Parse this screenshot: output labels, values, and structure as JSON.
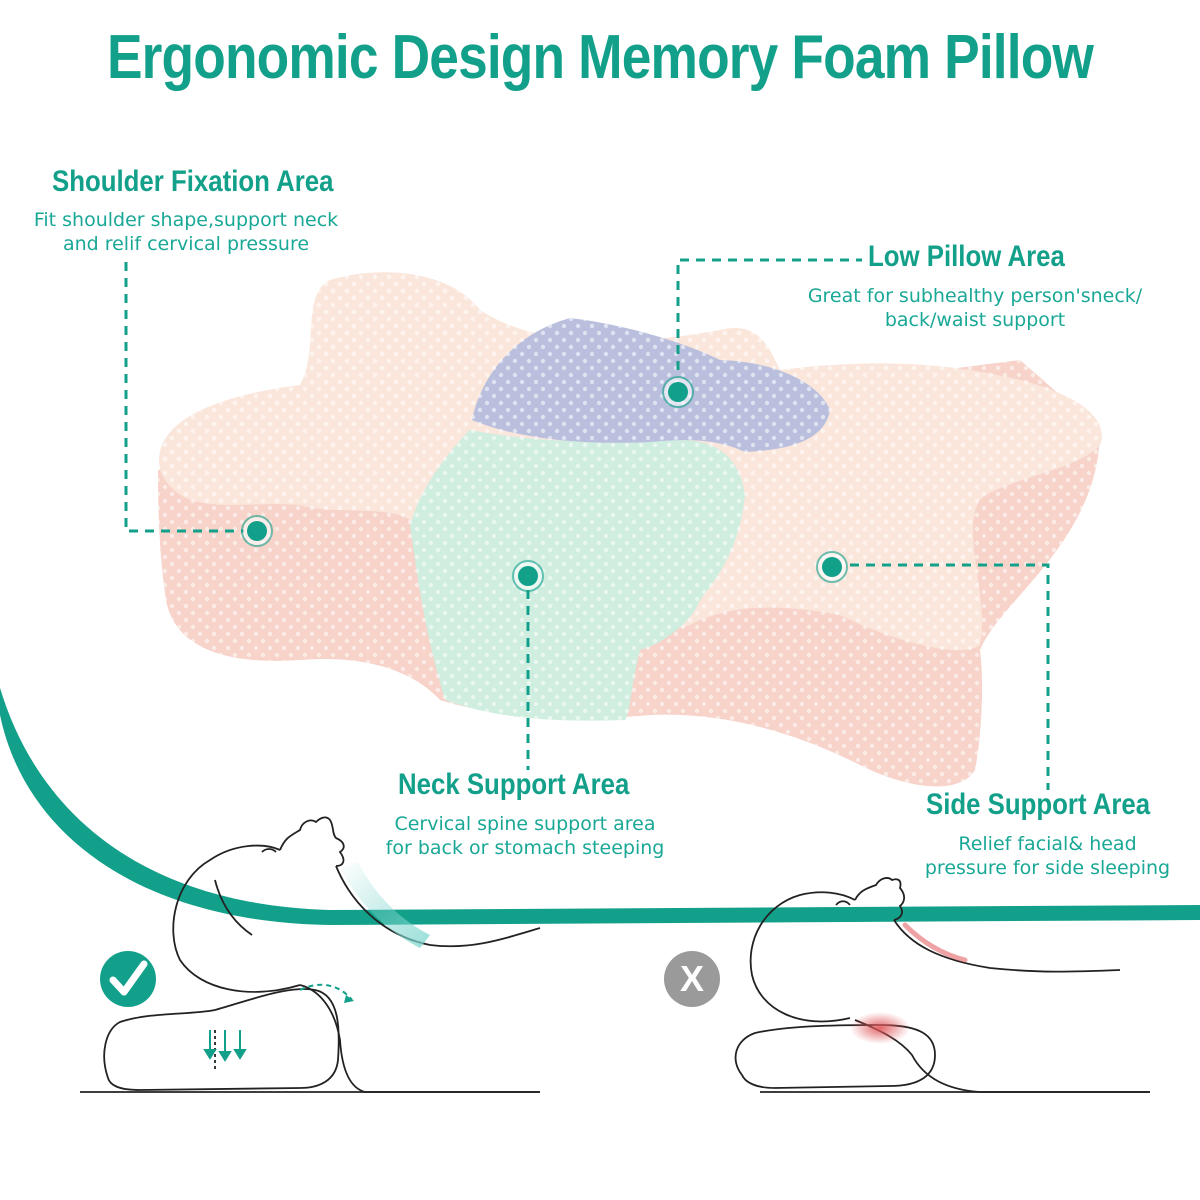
{
  "title": "Ergonomic Design Memory Foam Pillow",
  "colors": {
    "accent": "#13a08a",
    "pillow_main": "#fbe6dc",
    "pillow_side": "#f7d3ca",
    "low_area": "#b9bfdd",
    "neck_area": "#cfeee0",
    "pain": "#e0565a",
    "cross_badge": "#9a9a9a"
  },
  "areas": {
    "shoulder": {
      "title": "Shoulder Fixation Area",
      "line1": "Fit shoulder shape,support neck",
      "line2": "and relif cervical pressure"
    },
    "low": {
      "title": "Low Pillow Area",
      "line1": "Great for subhealthy person'sneck/",
      "line2": "back/waist support"
    },
    "neck": {
      "title": "Neck Support Area",
      "line1": "Cervical spine support area",
      "line2": "for back or stomach steeping"
    },
    "side": {
      "title": "Side Support Area",
      "line1": "Relief facial& head",
      "line2": "pressure for side sleeping"
    }
  },
  "comparison": {
    "correct_icon": "check-icon",
    "wrong_icon": "cross-icon",
    "wrong_badge_text": "X"
  }
}
